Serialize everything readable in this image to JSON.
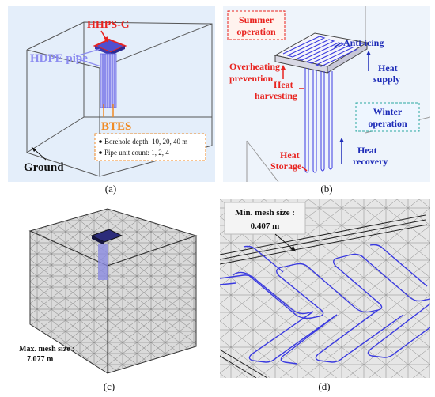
{
  "colors": {
    "hhps": "#e8231f",
    "hdpe": "#8c8cf0",
    "btes": "#f08a24",
    "summer": "#e8231f",
    "winter": "#1d2bb8",
    "pipe": "#3a3ae0",
    "panel_a_bg": "#e4eefa",
    "panel_b_bg": "#eef4fb",
    "mesh_face": "#d9d9d9",
    "mesh_line": "#555555"
  },
  "panel_a": {
    "caption": "(a)",
    "label_hhps": "HHPS-G",
    "label_hdpe": "HDPE pipe",
    "label_btes": "BTES",
    "label_ground": "Ground",
    "bullets": [
      "Borehole depth: 10, 20, 40 m",
      "Pipe unit count: 1, 2, 4"
    ]
  },
  "panel_b": {
    "caption": "(b)",
    "summer_line1": "Summer",
    "summer_line2": "operation",
    "winter_line1": "Winter",
    "winter_line2": "operation",
    "anti_icing": "Anti-icing",
    "overheating_line1": "Overheating",
    "overheating_line2": "prevention",
    "heat_supply_line1": "Heat",
    "heat_supply_line2": "supply",
    "harvesting_line1": "Heat",
    "harvesting_line2": "harvesting",
    "storage_line1": "Heat",
    "storage_line2": "Storage",
    "recovery_line1": "Heat",
    "recovery_line2": "recovery"
  },
  "panel_c": {
    "caption": "(c)",
    "mesh_line1": "Max. mesh size :",
    "mesh_line2": "7.077 m"
  },
  "panel_d": {
    "caption": "(d)",
    "mesh_line1": "Min. mesh size :",
    "mesh_line2": "0.407 m"
  }
}
